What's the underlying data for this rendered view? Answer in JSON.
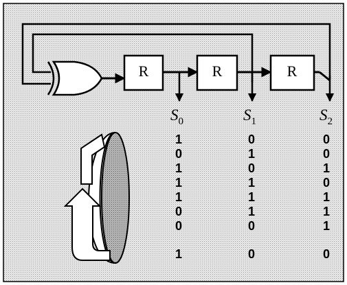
{
  "registers": [
    {
      "label": "R"
    },
    {
      "label": "R"
    },
    {
      "label": "R"
    }
  ],
  "outputs": [
    {
      "letter": "S",
      "sub": "0"
    },
    {
      "letter": "S",
      "sub": "1"
    },
    {
      "letter": "S",
      "sub": "2"
    }
  ],
  "sequences": [
    [
      "1",
      "0",
      "1",
      "1",
      "1",
      "0",
      "0",
      "1"
    ],
    [
      "0",
      "1",
      "0",
      "1",
      "1",
      "1",
      "0",
      "0"
    ],
    [
      "0",
      "0",
      "1",
      "0",
      "1",
      "1",
      "1",
      "0"
    ]
  ],
  "colors": {
    "background": "#e8e8e8",
    "line": "#000000",
    "block_fill": "#ffffff",
    "ring_inner": "#a0a0a0"
  }
}
